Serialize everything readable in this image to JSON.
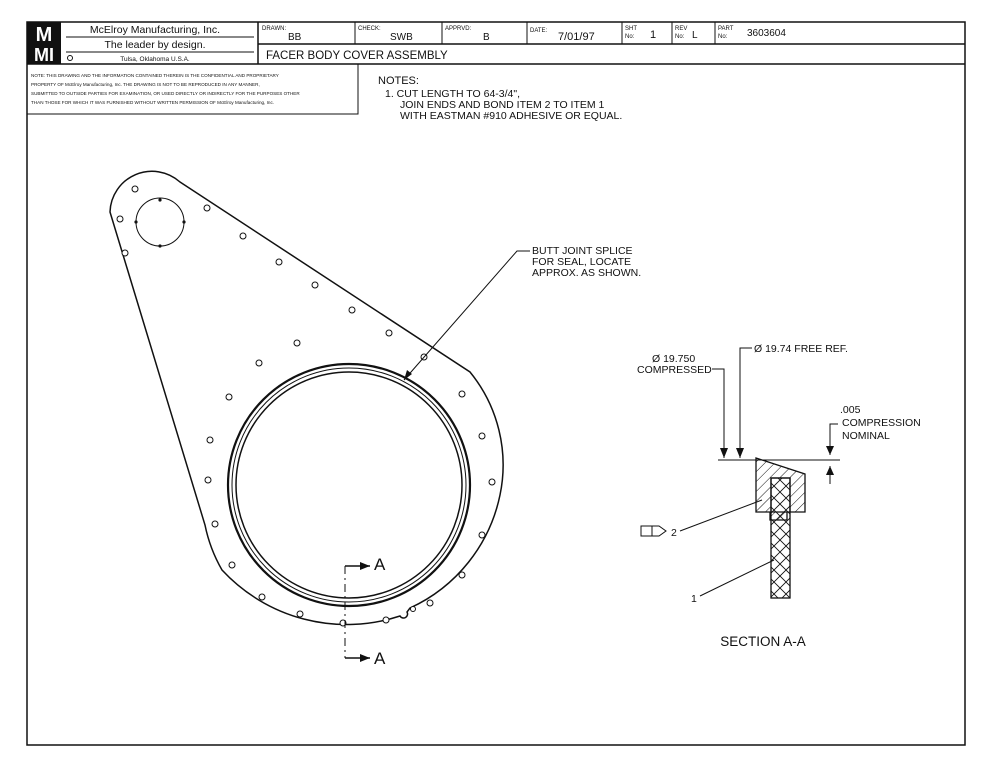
{
  "company": {
    "logo_top": "M",
    "logo_bottom": "MI",
    "name": "McElroy Manufacturing, Inc.",
    "tagline": "The leader by design.",
    "location": "Tulsa, Oklahoma U.S.A."
  },
  "title_block": {
    "drawn_label": "DRAWN:",
    "drawn_value": "BB",
    "check_label": "CHECK:",
    "check_value": "SWB",
    "approved_label": "APPRVD:",
    "approved_value": "B",
    "date_label": "DATE:",
    "date_value": "7/01/97",
    "sheet_label_1": "SHT",
    "sheet_label_2": "No:",
    "sheet_value": "1",
    "rev_label_1": "REV",
    "rev_label_2": "No:",
    "rev_value": "L",
    "part_label_1": "PART",
    "part_label_2": "No:",
    "part_value": "3603604",
    "drawing_title": "FACER BODY COVER ASSEMBLY"
  },
  "proprietary_note": [
    "NOTE: THIS DRAWING AND THE INFORMATION CONTAINED THEREIN IS THE CONFIDENTIAL AND PROPRIETARY",
    "PROPERTY OF McElroy Manufacturing, Inc. THE DRAWING IS NOT TO BE REPRODUCED IN ANY MANNER,",
    "SUBMITTED TO OUTSIDE PARTIES FOR EXAMINATION, OR USED DIRECTLY OR INDIRECTLY FOR THE PURPOSES OTHER",
    "THAN THOSE FOR WHICH IT WAS FURNISHED WITHOUT WRITTEN PERMISSION OF McElroy Manufacturing, Inc."
  ],
  "notes": {
    "header": "NOTES:",
    "lines": [
      "1.  CUT LENGTH TO 64-3/4\",",
      "JOIN ENDS AND BOND ITEM 2 TO ITEM 1",
      "WITH EASTMAN #910 ADHESIVE OR EQUAL."
    ]
  },
  "callouts": {
    "butt_joint": [
      "BUTT JOINT SPLICE",
      "FOR SEAL, LOCATE",
      "APPROX. AS SHOWN."
    ],
    "section_marker_top": "A",
    "section_marker_bottom": "A",
    "dia_compressed_value": "Ø 19.750",
    "dia_compressed_label": "COMPRESSED",
    "dia_free": "Ø 19.74 FREE REF.",
    "compression_value": ".005",
    "compression_label_1": "COMPRESSION",
    "compression_label_2": "NOMINAL",
    "item_1": "1",
    "item_2": "2",
    "section_title": "SECTION A-A"
  }
}
